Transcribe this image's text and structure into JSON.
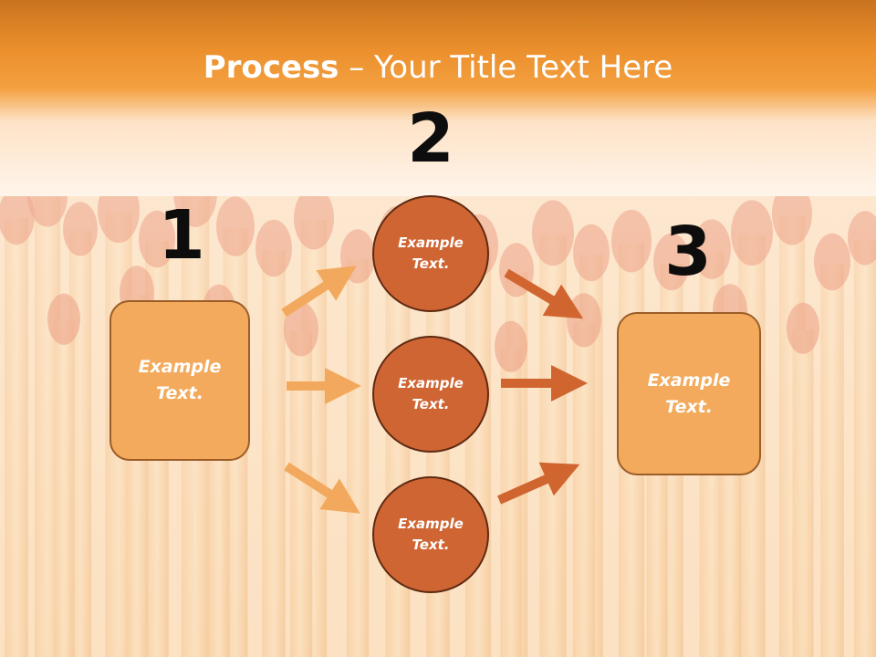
{
  "title": {
    "bold": "Process",
    "rest": " – Your Title Text Here"
  },
  "steps": {
    "one": "1",
    "two": "2",
    "three": "3"
  },
  "left_box": "Example\nText.",
  "right_box": "Example\nText.",
  "circles": [
    "Example\nText.",
    "Example\nText.",
    "Example\nText."
  ],
  "colors": {
    "header": "#f0942e",
    "box_fill": "#f3aa5c",
    "circle_fill": "#cf6533",
    "arrow_light": "#f3a95d",
    "arrow_dark": "#d06530"
  }
}
